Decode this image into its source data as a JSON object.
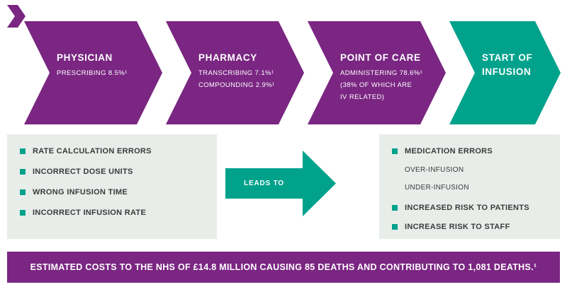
{
  "colors": {
    "purple": "#7A2682",
    "teal": "#00A28C",
    "box_bg": "#E8EDEA",
    "text_dark": "#3B3B3A"
  },
  "process": {
    "steps": [
      {
        "title": "PHYSICIAN",
        "sub": "PRESCRIBING 8.5%¹"
      },
      {
        "title": "PHARMACY",
        "sub": "TRANSCRIBING 7.1%¹\nCOMPOUNDING 2.9%¹"
      },
      {
        "title": "POINT OF CARE",
        "sub": "ADMINISTERING 78.6%¹\n(38% OF WHICH ARE\nIV RELATED)"
      },
      {
        "title": "START OF\nINFUSION",
        "sub": ""
      }
    ]
  },
  "left_box": {
    "items": [
      "RATE CALCULATION ERRORS",
      "INCORRECT DOSE UNITS",
      "WRONG INFUSION TIME",
      "INCORRECT INFUSION RATE"
    ]
  },
  "leads_to": {
    "label": "LEADS TO"
  },
  "right_box": {
    "items": [
      {
        "label": "MEDICATION ERRORS",
        "subitems": [
          "OVER-INFUSION",
          "UNDER-INFUSION"
        ]
      },
      {
        "label": "INCREASED RISK TO PATIENTS",
        "subitems": []
      },
      {
        "label": "INCREASE RISK TO STAFF",
        "subitems": []
      }
    ]
  },
  "banner": {
    "text": "ESTIMATED COSTS TO THE NHS OF £14.8 MILLION CAUSING 85 DEATHS AND CONTRIBUTING TO 1,081 DEATHS.¹"
  }
}
